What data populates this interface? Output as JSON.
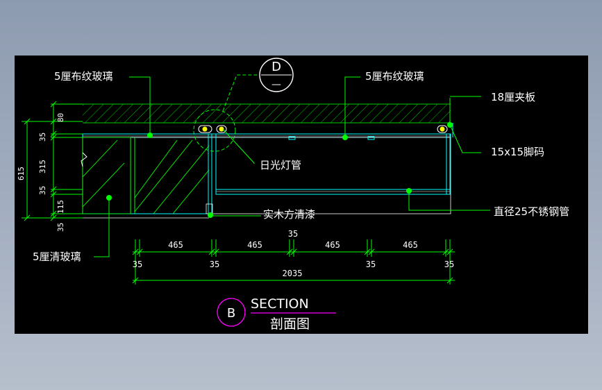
{
  "labels": {
    "top_left_glass": "5厘布纹玻璃",
    "top_right_glass": "5厘布纹玻璃",
    "plywood": "18厘夹板",
    "fluorescent": "日光灯管",
    "bracket": "15x15脚码",
    "wood": "实木方清漆",
    "steel_tube": "直径25不锈钢管",
    "clear_glass": "5厘清玻璃"
  },
  "detail_marker": {
    "top": "D",
    "bottom": "—"
  },
  "section_marker": "B",
  "section_title": "SECTION",
  "section_subtitle": "剖面图",
  "dims_vertical": {
    "total": "615",
    "d80": "80",
    "d35a": "35",
    "d315": "315",
    "d35b": "35",
    "d115": "115",
    "d35c": "35"
  },
  "dims_horizontal": {
    "s1": "465",
    "s2": "465",
    "s3": "465",
    "s4": "465",
    "g_top": "35",
    "g1": "35",
    "g2": "35",
    "g3": "35",
    "g4": "35",
    "total": "2035"
  },
  "colors": {
    "background": "#000000",
    "dimension": "#00ff00",
    "structure": "#00ffff",
    "leader": "#00ff00",
    "marker": "#ff00ff",
    "hatch": "#00ff00",
    "text": "#ffffff"
  }
}
